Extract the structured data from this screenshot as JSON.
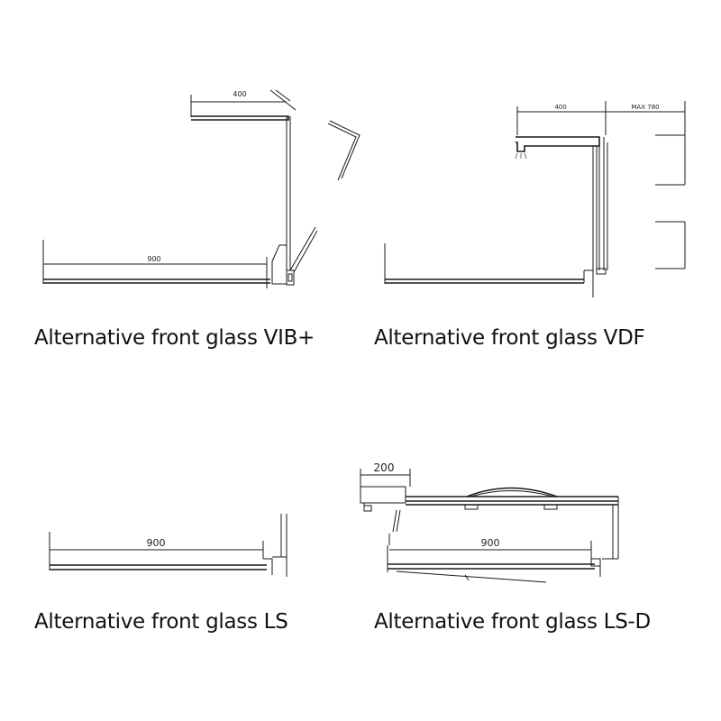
{
  "panels": [
    {
      "caption": "Alternative front glass VIB+",
      "dims": [
        "400",
        "900"
      ]
    },
    {
      "caption": "Alternative front glass VDF",
      "dims": [
        "400",
        "MAX 780"
      ]
    },
    {
      "caption": "Alternative front glass LS",
      "dims": [
        "900"
      ]
    },
    {
      "caption": "Alternative front glass LS-D",
      "dims": [
        "200",
        "900"
      ]
    }
  ]
}
